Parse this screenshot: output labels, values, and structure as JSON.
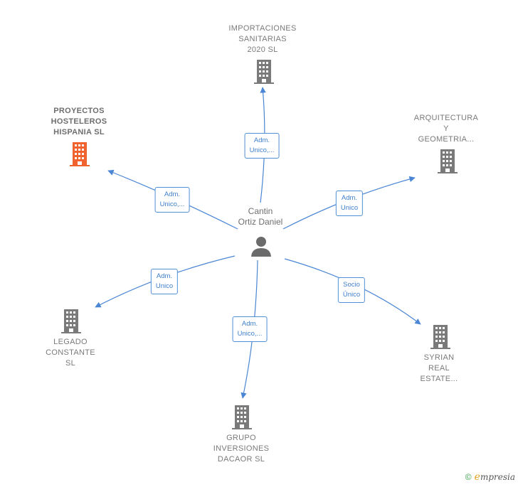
{
  "center": {
    "name": "Cantin\nOrtiz Daniel",
    "icon": "person-icon"
  },
  "companies": [
    {
      "id": "importaciones",
      "name": "IMPORTACIONES\nSANITARIAS\n2020  SL",
      "icon": "building-icon",
      "role": "Adm.\nUnico,...",
      "highlight": false
    },
    {
      "id": "arquitectura",
      "name": "ARQUITECTURA\nY\nGEOMETRIA...",
      "icon": "building-icon",
      "role": "Adm.\nUnico",
      "highlight": false
    },
    {
      "id": "syrian",
      "name": "SYRIAN\nREAL\nESTATE...",
      "icon": "building-icon",
      "role": "Socio\nÚnico",
      "highlight": false
    },
    {
      "id": "grupo",
      "name": "GRUPO\nINVERSIONES\nDACAOR  SL",
      "icon": "building-icon",
      "role": "Adm.\nUnico,...",
      "highlight": false
    },
    {
      "id": "legado",
      "name": "LEGADO\nCONSTANTE\nSL",
      "icon": "building-icon",
      "role": "Adm.\nUnico",
      "highlight": false
    },
    {
      "id": "proyectos",
      "name": "PROYECTOS\nHOSTELEROS\nHISPANIA  SL",
      "icon": "building-icon",
      "role": "Adm.\nUnico,...",
      "highlight": true
    }
  ],
  "colors": {
    "edge": "#4a86d4",
    "building": "#7a7a7a",
    "building_highlight": "#f0622e",
    "person": "#6b6b6b"
  },
  "footer": {
    "copyright": "©",
    "brand_initial": "e",
    "brand_rest": "mpresia"
  }
}
